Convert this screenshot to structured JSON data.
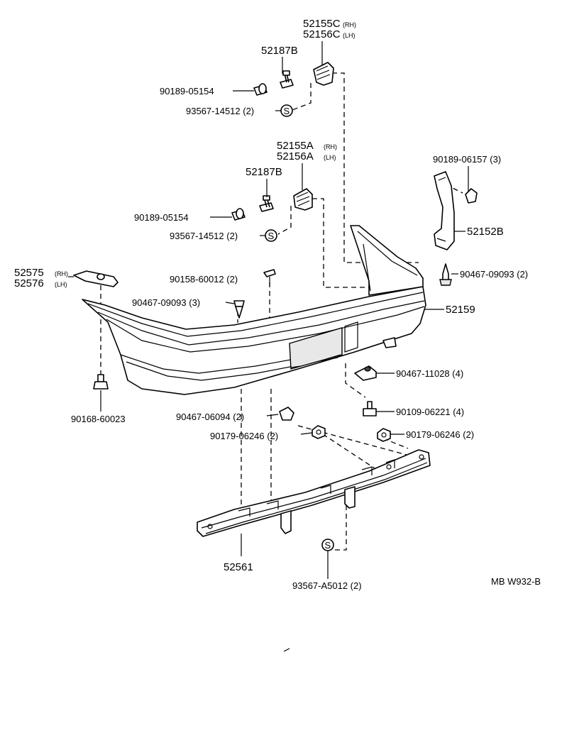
{
  "labels": {
    "p52155C": "52155C",
    "p52155C_side": "(RH)",
    "p52156C": "52156C",
    "p52156C_side": "(LH)",
    "p52187B_top": "52187B",
    "p90189_05154_top": "90189-05154",
    "p93567_14512_top": "93567-14512 (2)",
    "p52155A": "52155A",
    "p52155A_side": "(RH)",
    "p52156A": "52156A",
    "p52156A_side": "(LH)",
    "p52187B_mid": "52187B",
    "p90189_05154_mid": "90189-05154",
    "p93567_14512_mid": "93567-14512 (2)",
    "p90189_06157": "90189-06157 (3)",
    "p52152B": "52152B",
    "p52575": "52575",
    "p52575_side": "(RH)",
    "p52576": "52576",
    "p52576_side": "(LH)",
    "p90158_60012": "90158-60012 (2)",
    "p90467_09093_right": "90467-09093 (2)",
    "p90467_09093_left": "90467-09093 (3)",
    "p52159": "52159",
    "p90467_11028": "90467-11028 (4)",
    "p90168_60023": "90168-60023",
    "p90467_06094": "90467-06094 (2)",
    "p90109_06221": "90109-06221 (4)",
    "p90179_06246_left": "90179-06246 (2)",
    "p90179_06246_right": "90179-06246 (2)",
    "p52561": "52561",
    "p93567_A5012": "93567-A5012 (2)",
    "drawing_code": "MB W932-B",
    "washer_symbol": "S"
  },
  "colors": {
    "line": "#000000",
    "background": "#ffffff"
  }
}
